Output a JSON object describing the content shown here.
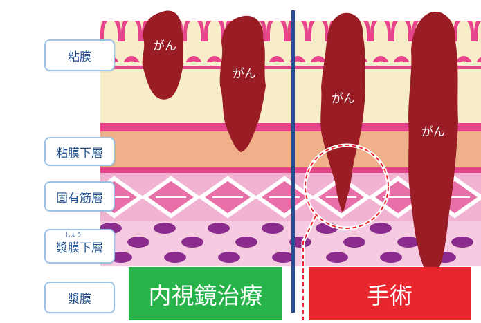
{
  "layers": {
    "mucosa": "粘膜",
    "submucosa": "粘膜下層",
    "muscularis": "固有筋層",
    "subserosa": "漿膜下層",
    "subserosa_ruby": "しょう",
    "serosa": "漿膜"
  },
  "tumor_label": "がん",
  "treatments": {
    "endoscopic": "内視鏡治療",
    "surgery": "手術"
  },
  "colors": {
    "mucosa_fill": "#f7edc8",
    "villi": "#e6458c",
    "submucosa": "#f0b08a",
    "muscle": "#f2b3d2",
    "subserosa": "#f6cbe1",
    "spots": "#8c2b8e",
    "tumor": "#9a1c25",
    "divider": "#2a4c92",
    "endoscopic_button": "#27b34a",
    "surgery_button": "#e8262e"
  }
}
